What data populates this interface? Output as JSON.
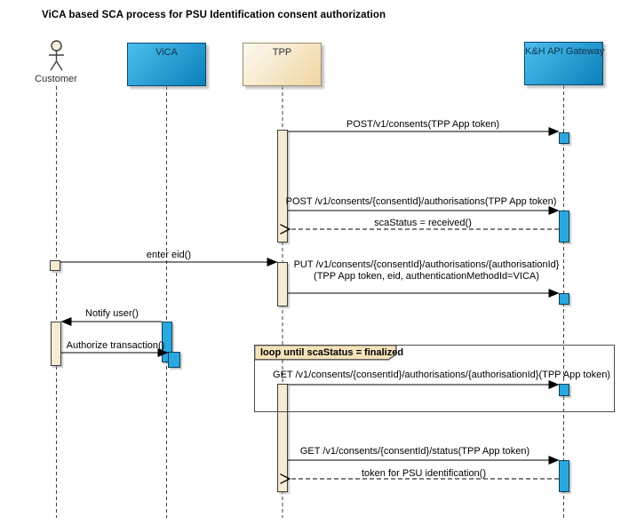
{
  "title": "ViCA based SCA process for PSU Identification consent authorization",
  "participants": [
    {
      "name": "Customer",
      "type": "actor"
    },
    {
      "name": "ViCA",
      "type": "component",
      "style": "blue"
    },
    {
      "name": "TPP",
      "type": "component",
      "style": "cream"
    },
    {
      "name": "K&H API Gateway",
      "type": "component",
      "style": "blue"
    }
  ],
  "loop": {
    "label": "loop until scaStatus = finalized"
  },
  "messages": [
    {
      "from": "TPP",
      "to": "K&H API Gateway",
      "kind": "sync",
      "label": "POST/v1/consents(TPP App token)"
    },
    {
      "from": "TPP",
      "to": "K&H API Gateway",
      "kind": "sync",
      "label": "POST /v1/consents/{consentId}/authorisations(TPP App token)"
    },
    {
      "from": "K&H API Gateway",
      "to": "TPP",
      "kind": "return",
      "label": "scaStatus = received()"
    },
    {
      "from": "Customer",
      "to": "TPP",
      "kind": "sync",
      "label": "enter eid()"
    },
    {
      "from": "TPP",
      "to": "K&H API Gateway",
      "kind": "sync",
      "label": "PUT /v1/consents/{consentId}/authorisations/{authorisationId}",
      "label2": "(TPP App token, eid, authenticationMethodId=VICA)"
    },
    {
      "from": "ViCA",
      "to": "Customer",
      "kind": "sync",
      "label": "Notify user()"
    },
    {
      "from": "Customer",
      "to": "ViCA",
      "kind": "sync",
      "label": "Authorize transaction()"
    },
    {
      "from": "TPP",
      "to": "K&H API Gateway",
      "kind": "sync",
      "label": "GET /v1/consents/{consentId}/authorisations/{authorisationId}(TPP App token)"
    },
    {
      "from": "TPP",
      "to": "K&H API Gateway",
      "kind": "sync",
      "label": "GET /v1/consents/{consentId}/status(TPP App token)"
    },
    {
      "from": "K&H API Gateway",
      "to": "TPP",
      "kind": "return",
      "label": "token for PSU identification()"
    }
  ],
  "colors": {
    "participant_blue": "#1793cf",
    "participant_cream": "#f5dca8",
    "activation_cream": "#f6ebd3",
    "activation_blue": "#29a8e0",
    "loop_header": "#f6e2ba"
  }
}
